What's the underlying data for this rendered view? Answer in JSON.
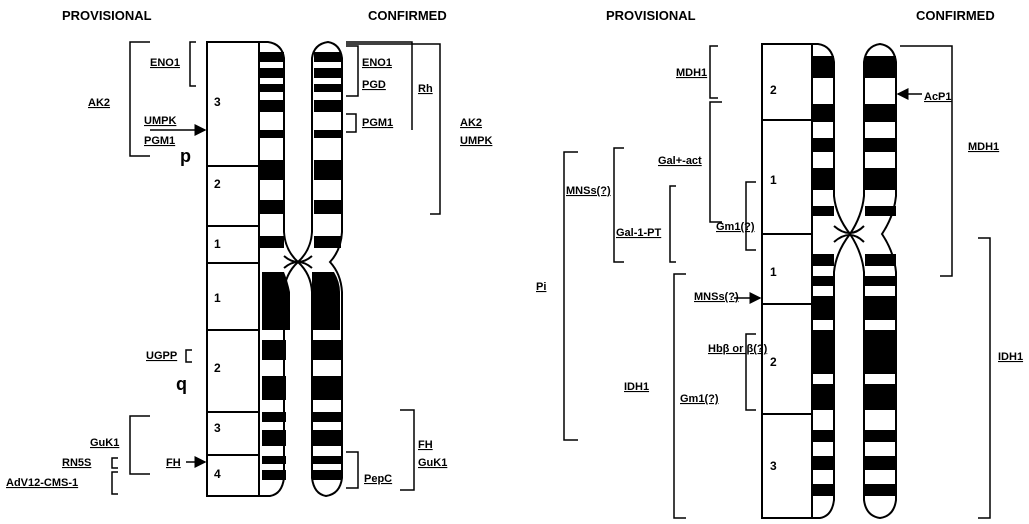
{
  "headers": {
    "left_provisional": "PROVISIONAL",
    "left_confirmed": "CONFIRMED",
    "right_provisional": "PROVISIONAL",
    "right_confirmed": "CONFIRMED"
  },
  "chromosome1": {
    "arm_p": "p",
    "arm_q": "q",
    "regions": [
      "3",
      "2",
      "1",
      "1",
      "2",
      "3",
      "4"
    ],
    "provisional": [
      "ENO1",
      "AK2",
      "UMPK",
      "PGM1",
      "UGPP",
      "GuK1",
      "RN5S",
      "AdV12-CMS-1",
      "FH"
    ],
    "confirmed": [
      "ENO1",
      "PGD",
      "Rh",
      "PGM1",
      "AK2",
      "UMPK",
      "FH",
      "GuK1",
      "PepC"
    ]
  },
  "chromosome2": {
    "regions": [
      "2",
      "1",
      "1",
      "2",
      "3"
    ],
    "provisional": [
      "MDH1",
      "Gal+-act",
      "MNSs(?)",
      "Gal-1-PT",
      "Gm1(?)",
      "Pi",
      "MNSs(?)",
      "Hbβ or β(?)",
      "IDH1",
      "Gm1(?)"
    ],
    "confirmed": [
      "AcP1",
      "MDH1",
      "IDH1"
    ]
  },
  "colors": {
    "ink": "#000000",
    "paper": "#ffffff"
  }
}
